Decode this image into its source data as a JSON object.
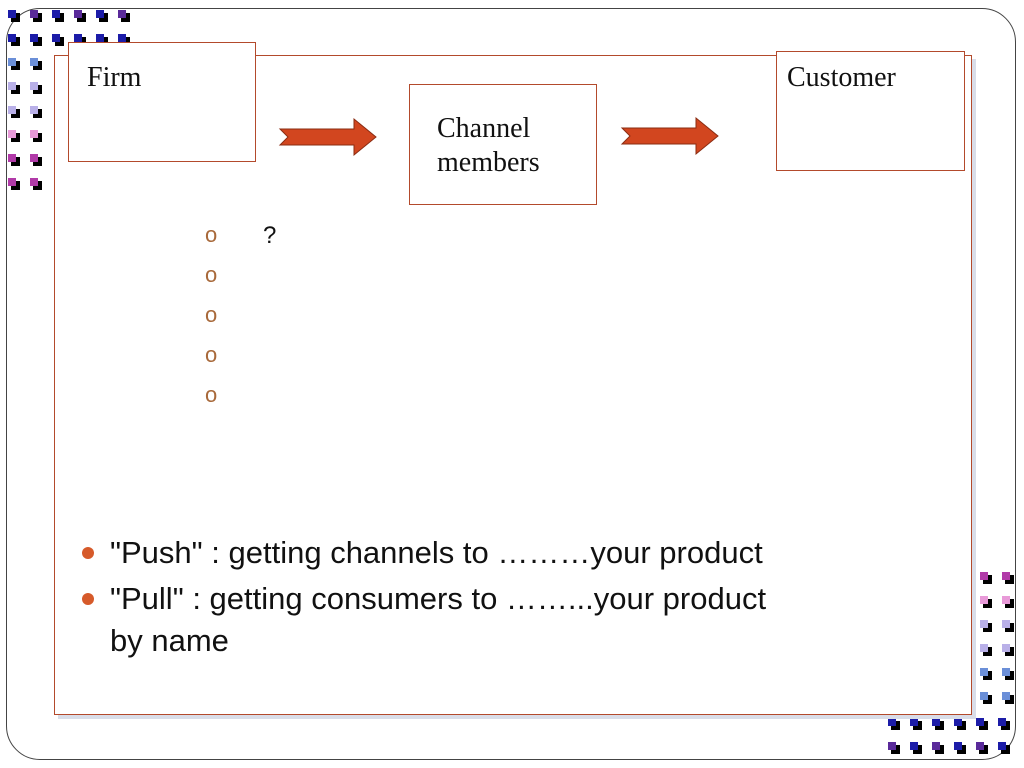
{
  "flow": {
    "firm": "Firm",
    "channel_line1": "Channel",
    "channel_line2": "members",
    "customer": "Customer"
  },
  "sub_list": {
    "marker": "o",
    "items": [
      "?",
      "",
      "",
      "",
      ""
    ]
  },
  "bullets": [
    {
      "text": "\"Push\" : getting channels to ………your product"
    },
    {
      "text": "\"Pull\" : getting consumers to ……...your product by name"
    }
  ],
  "colors": {
    "accent": "#b34a2c",
    "arrow_fill": "#d2461f",
    "bullet": "#d65a2a",
    "sub_marker": "#a8693a"
  }
}
